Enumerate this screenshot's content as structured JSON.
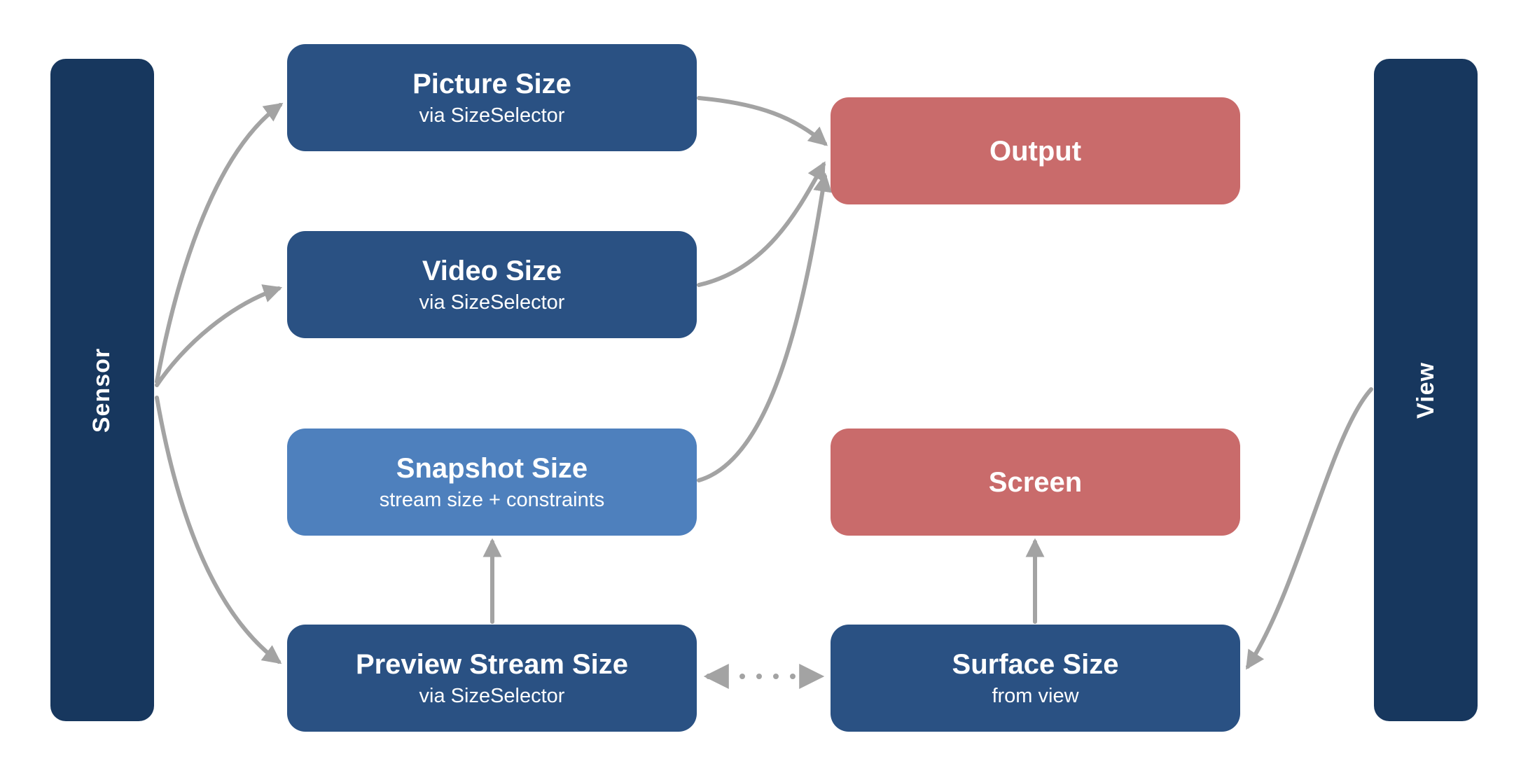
{
  "diagram": {
    "sidebars": {
      "left": {
        "label": "Sensor"
      },
      "right": {
        "label": "View"
      }
    },
    "nodes": {
      "picture": {
        "title": "Picture Size",
        "subtitle": "via SizeSelector"
      },
      "video": {
        "title": "Video Size",
        "subtitle": "via SizeSelector"
      },
      "snapshot": {
        "title": "Snapshot Size",
        "subtitle": "stream size + constraints"
      },
      "preview": {
        "title": "Preview Stream Size",
        "subtitle": "via SizeSelector"
      },
      "output": {
        "title": "Output"
      },
      "screen": {
        "title": "Screen"
      },
      "surface": {
        "title": "Surface Size",
        "subtitle": "from view"
      }
    },
    "edges": [
      {
        "from": "Sensor",
        "to": "Picture Size",
        "style": "solid-curve"
      },
      {
        "from": "Sensor",
        "to": "Video Size",
        "style": "solid-curve"
      },
      {
        "from": "Sensor",
        "to": "Preview Stream Size",
        "style": "solid-curve"
      },
      {
        "from": "Picture Size",
        "to": "Output",
        "style": "solid-curve"
      },
      {
        "from": "Video Size",
        "to": "Output",
        "style": "solid-curve"
      },
      {
        "from": "Snapshot Size",
        "to": "Output",
        "style": "solid-curve"
      },
      {
        "from": "Preview Stream Size",
        "to": "Snapshot Size",
        "style": "solid-straight"
      },
      {
        "from": "Surface Size",
        "to": "Screen",
        "style": "solid-straight"
      },
      {
        "from": "Preview Stream Size",
        "to": "Surface Size",
        "style": "dotted-double"
      },
      {
        "from": "View",
        "to": "Surface Size",
        "style": "solid-curve"
      }
    ],
    "colors": {
      "sidebar_navy": "#17375e",
      "node_blue": "#2a5183",
      "node_light_blue": "#4e80bd",
      "node_red": "#c96b6b",
      "arrow_gray": "#a3a3a3",
      "text": "#ffffff",
      "background": "#ffffff"
    }
  }
}
